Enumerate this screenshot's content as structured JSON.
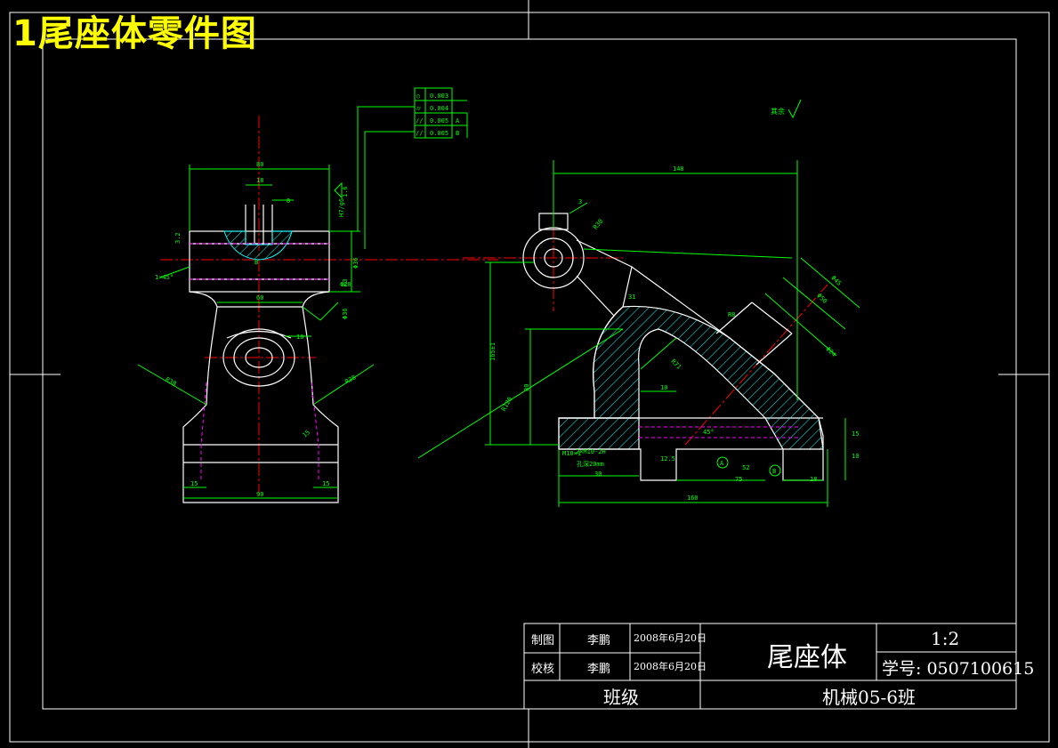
{
  "page": {
    "title": "1尾座体零件图"
  },
  "colors": {
    "background": "#000000",
    "outline": "#ffffff",
    "dimension": "#00ff00",
    "centerline": "#ff0000",
    "hatch": "#00ffff",
    "hidden": "#ff00ff",
    "title": "#ffff00"
  },
  "gdt_frame": [
    {
      "symbol": "○",
      "value": "0.003",
      "datum": ""
    },
    {
      "symbol": "⌭",
      "value": "0.004",
      "datum": ""
    },
    {
      "symbol": "//",
      "value": "0.005",
      "datum": "A"
    },
    {
      "symbol": "//",
      "value": "0.005",
      "datum": "B"
    }
  ],
  "surface_note": "其余",
  "left_view": {
    "dims": {
      "top_width": "80",
      "slot_width": "18",
      "slot_depth": "8",
      "bore": "Φ36",
      "chamfer": "1×45°",
      "mid_width": "60",
      "boss_width": "10",
      "base_width": "90",
      "base_left": "15",
      "base_right": "15",
      "radius_left": "R38",
      "radius_right": "R38",
      "side_height": "15",
      "fillet": "R3",
      "roughness_top": "1.6",
      "roughness_side": "3.2",
      "datum_b": "B",
      "bore_tol": "Φ36",
      "small_note": "H7/g6",
      "key_note": "Φ20"
    }
  },
  "right_view": {
    "dims": {
      "overall_width": "140",
      "overall_length": "160",
      "height_a": "165±1",
      "height_b": "R120",
      "height_c": "80",
      "angle": "45°",
      "r_arc": "R30",
      "r_arc2": "R71",
      "thread": "M10×1",
      "hole_dia": "Φ45",
      "hole_dia2": "Φ50",
      "bore_len": "Φ24",
      "slot": "R8",
      "base_h1": "15",
      "base_h2": "10",
      "base_w1": "75",
      "base_w2": "30",
      "base_w3": "18",
      "small1": "3",
      "small2": "10",
      "small3": "52",
      "thread_note": "2×M10-2H",
      "thread_note2": "孔深20mm",
      "datum_a": "A",
      "datum_b": "B",
      "r31": "31",
      "ra": "12.5"
    }
  },
  "title_block": {
    "row1_label": "制图",
    "row1_name": "李鹏",
    "row1_date": "2008年6月20日",
    "row2_label": "校核",
    "row2_name": "李鹏",
    "row2_date": "2008年6月20日",
    "part_name": "尾座体",
    "scale": "1:2",
    "student_id": "学号: 0507100615",
    "class_label": "班级",
    "class_value": "机械05-6班"
  }
}
